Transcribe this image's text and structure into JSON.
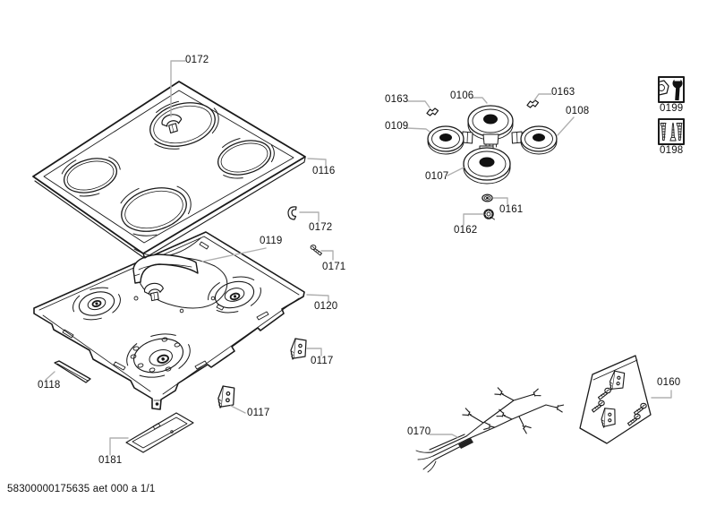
{
  "diagram": {
    "title_hint": "cooktop exploded parts diagram",
    "footer_code": "58300000175635 aet 000 a 1/1",
    "colors": {
      "line": "#1a1a1a",
      "leader": "#b0b0b0",
      "background": "#ffffff",
      "text": "#111111"
    },
    "labels": {
      "glass_marker_clip": "0172",
      "glass_panel": "0116",
      "side_clip": "0172",
      "screw": "0171",
      "support_bracket": "0119",
      "tray": "0120",
      "bracket_right": "0117",
      "bracket_bottom": "0117",
      "strip": "0118",
      "seal_frame": "0181",
      "clip_left": "0163",
      "element_top": "0106",
      "clip_right": "0163",
      "element_right": "0108",
      "element_left": "0109",
      "element_bottom": "0107",
      "washer": "0161",
      "nut": "0162",
      "tools_icon": "0199",
      "screws_icon": "0198",
      "fixing_bag": "0160",
      "cable_harness": "0170"
    }
  }
}
